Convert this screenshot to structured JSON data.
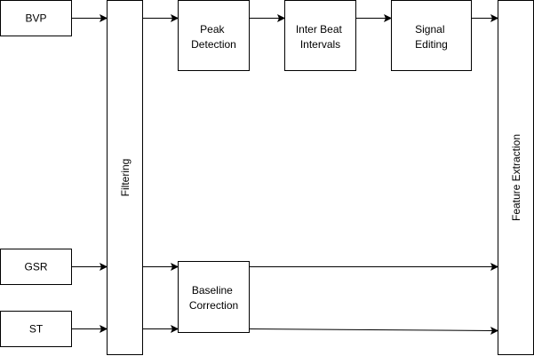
{
  "nodes": {
    "bvp": "BVP",
    "gsr": "GSR",
    "st": "ST",
    "filtering": "Filtering",
    "peak_detection": [
      "Peak",
      "Detection"
    ],
    "inter_beat_intervals": [
      "Inter Beat",
      "Intervals"
    ],
    "signal_editing": [
      "Signal",
      "Editing"
    ],
    "baseline_correction": [
      "Baseline",
      "Correction"
    ],
    "feature_extraction": "Feature Extraction"
  }
}
